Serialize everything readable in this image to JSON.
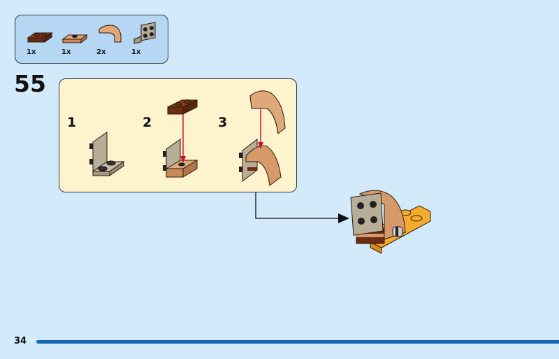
{
  "parts_list": {
    "items": [
      {
        "name": "dark-brown-plate-1x2",
        "qty": "1x",
        "color": "#7a3216"
      },
      {
        "name": "tan-jumper-plate-1x2",
        "qty": "1x",
        "color": "#d69a6a"
      },
      {
        "name": "tan-curved-slope",
        "qty": "2x",
        "color": "#d69a6a"
      },
      {
        "name": "gray-bracket-2x2",
        "qty": "1x",
        "color": "#b0a792"
      }
    ]
  },
  "step": {
    "number": "55",
    "substeps": [
      {
        "label": "1"
      },
      {
        "label": "2"
      },
      {
        "label": "3"
      }
    ]
  },
  "colors": {
    "page_bg": "#d3eafb",
    "parts_bg": "#b5d7f4",
    "substep_bg": "#fdf3cd",
    "arrow": "#d0102a",
    "footer_line": "#1565b0",
    "orange": "#f7ab2c"
  },
  "footer": {
    "page_number": "34"
  }
}
